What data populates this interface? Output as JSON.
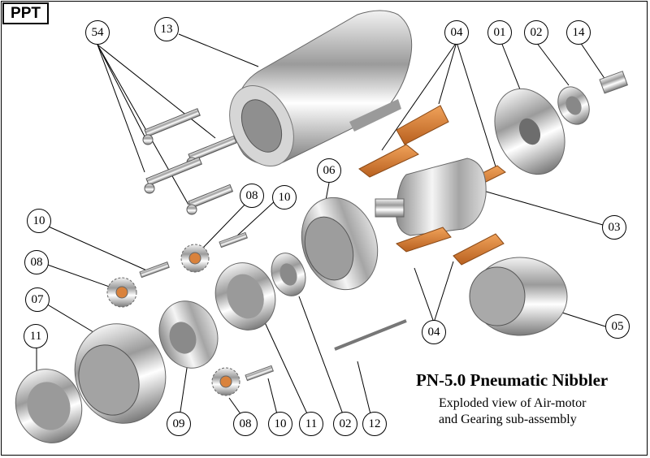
{
  "badge": "PPT",
  "title": "PN-5.0 Pneumatic Nibbler",
  "subtitle_line1": "Exploded view of Air-motor",
  "subtitle_line2": "and Gearing sub-assembly",
  "colors": {
    "vane": "#d9823c",
    "metal": "#c7c7c7",
    "line": "#000000"
  },
  "part_labels": [
    "54",
    "13",
    "04",
    "01",
    "02",
    "14",
    "06",
    "10",
    "08",
    "10",
    "08",
    "03",
    "07",
    "11",
    "05",
    "04",
    "09",
    "08",
    "10",
    "11",
    "02",
    "12"
  ]
}
